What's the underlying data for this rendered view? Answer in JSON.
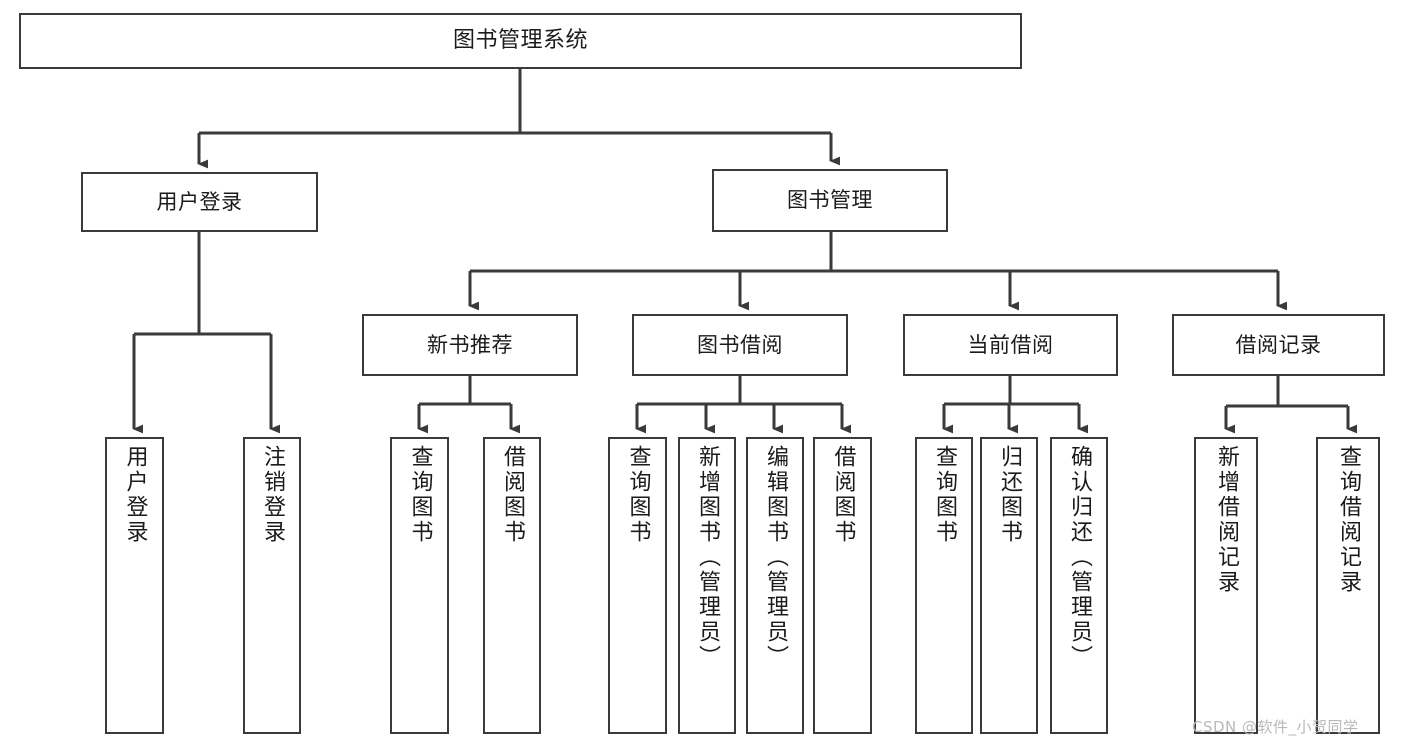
{
  "diagram": {
    "title": "图书管理系统",
    "type": "tree-hierarchy-chart",
    "watermark": "CSDN @软件_小贺同学",
    "colors": {
      "node_border": "#3a3a3a",
      "node_fill": "#ffffff",
      "edge": "#3a3a3a",
      "text": "#1b1b1b",
      "watermark": "#b9b9b9",
      "background": "#ffffff"
    },
    "levels": {
      "root": "图书管理系统",
      "level2": [
        "用户登录",
        "图书管理"
      ],
      "level3": [
        "新书推荐",
        "图书借阅",
        "当前借阅",
        "借阅记录"
      ]
    },
    "nodes": {
      "root": {
        "label": "图书管理系统"
      },
      "user_login": {
        "label": "用户登录"
      },
      "book_manage": {
        "label": "图书管理"
      },
      "new_book_rec": {
        "label": "新书推荐"
      },
      "book_borrow": {
        "label": "图书借阅"
      },
      "current_borrow": {
        "label": "当前借阅"
      },
      "borrow_record": {
        "label": "借阅记录"
      },
      "leaf_user_login": {
        "label": "用户登录"
      },
      "leaf_logout": {
        "label": "注销登录"
      },
      "leaf_query_book_a": {
        "label": "查询图书"
      },
      "leaf_borrow_book_a": {
        "label": "借阅图书"
      },
      "leaf_query_book_b": {
        "label": "查询图书"
      },
      "leaf_add_book": {
        "label": "新增图书（管理员）"
      },
      "leaf_edit_book": {
        "label": "编辑图书（管理员）"
      },
      "leaf_borrow_book_b": {
        "label": "借阅图书"
      },
      "leaf_query_book_c": {
        "label": "查询图书"
      },
      "leaf_return_book": {
        "label": "归还图书"
      },
      "leaf_confirm_return": {
        "label": "确认归还（管理员）"
      },
      "leaf_add_record": {
        "label": "新增借阅记录"
      },
      "leaf_query_record": {
        "label": "查询借阅记录"
      }
    }
  }
}
